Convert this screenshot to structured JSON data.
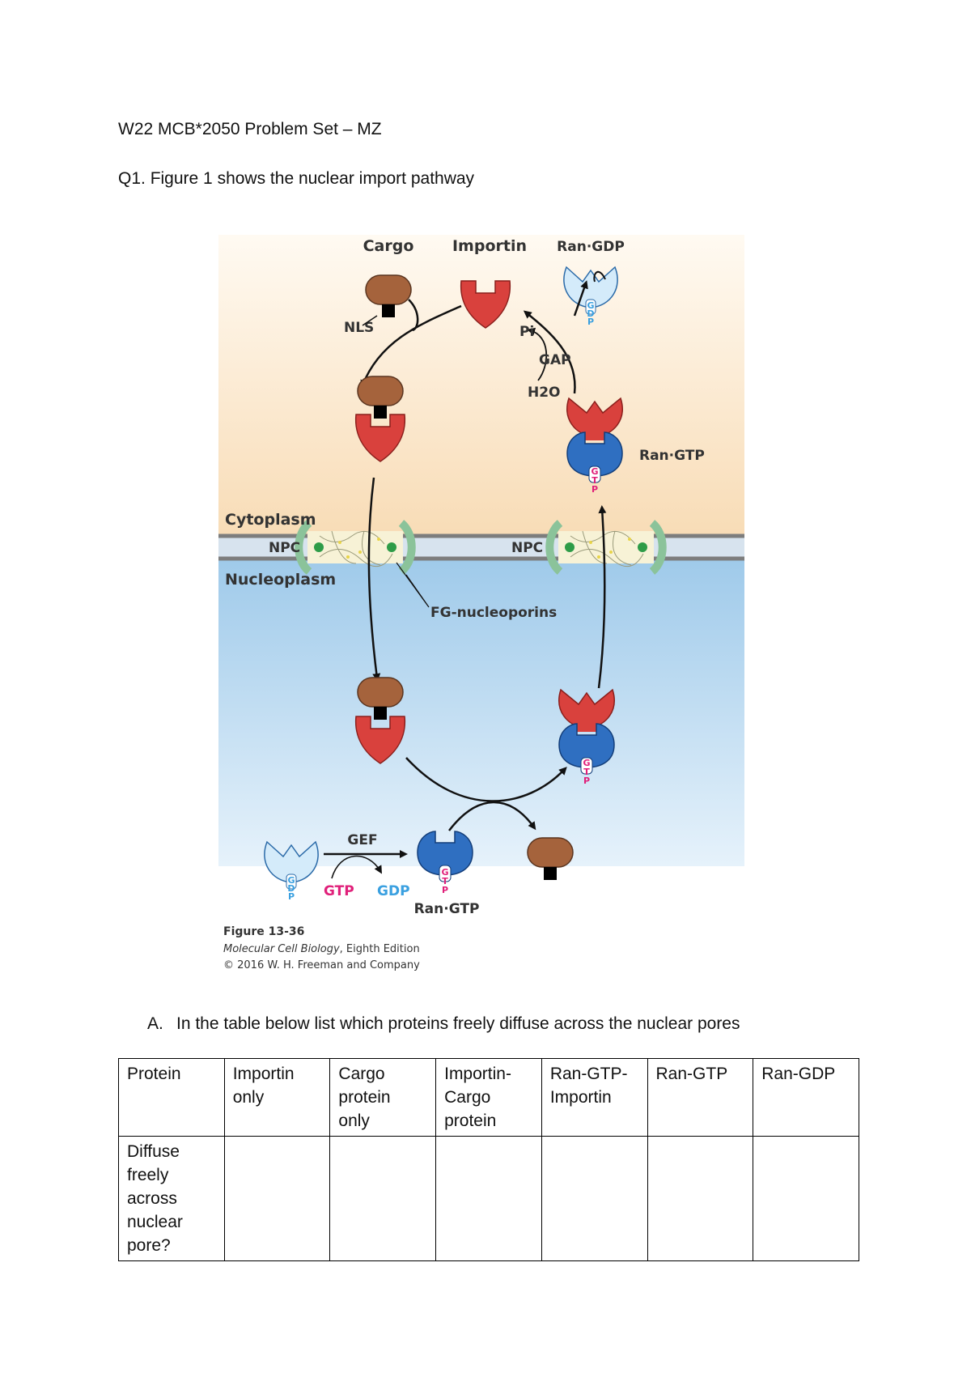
{
  "header": {
    "title": "W22 MCB*2050 Problem Set – MZ"
  },
  "question1": {
    "number": "Q1.",
    "text": " Figure 1 shows the nuclear import pathway"
  },
  "figure": {
    "labels": {
      "cargo": "Cargo",
      "importin": "Importin",
      "ran_gdp_top": "Ran·GDP",
      "nls": "NLS",
      "pi": "Pi",
      "gap": "GAP",
      "h2o": "H2O",
      "ran_gtp_right": "Ran·GTP",
      "cytoplasm": "Cytoplasm",
      "npc_left": "NPC",
      "npc_right": "NPC",
      "nucleoplasm": "Nucleoplasm",
      "fg_nucleoporins": "FG-nucleoporins",
      "gef": "GEF",
      "gtp": "GTP",
      "gdp": "GDP",
      "ran_gtp_bottom": "Ran·GTP"
    },
    "caption": {
      "title": "Figure 13-36",
      "book": "Molecular Cell Biology",
      "edition": ", Eighth Edition",
      "copyright": "© 2016 W. H. Freeman and Company"
    },
    "colors": {
      "cytoplasm_bg": "#f8dcb6",
      "nucleoplasm_bg": "#9fcaea",
      "cargo": "#a5633c",
      "importin": "#d9413d",
      "ran_gdp": "#d4ebfa",
      "ran_gtp": "#2f6fc1",
      "gtp_text": "#e0207a",
      "gdp_text": "#3aa0e0"
    }
  },
  "questionA": {
    "label": "A.",
    "text": "In the table below list which proteins freely diffuse across the nuclear pores"
  },
  "table": {
    "headers": [
      "Protein",
      "Importin\nonly",
      "Cargo\nprotein\nonly",
      "Importin-\nCargo\nprotein",
      "Ran-GTP-\nImportin",
      "Ran-GTP",
      "Ran-GDP"
    ],
    "row_label": "Diffuse\nfreely\nacross\nnuclear\npore?",
    "row_values": [
      "",
      "",
      "",
      "",
      "",
      ""
    ]
  }
}
